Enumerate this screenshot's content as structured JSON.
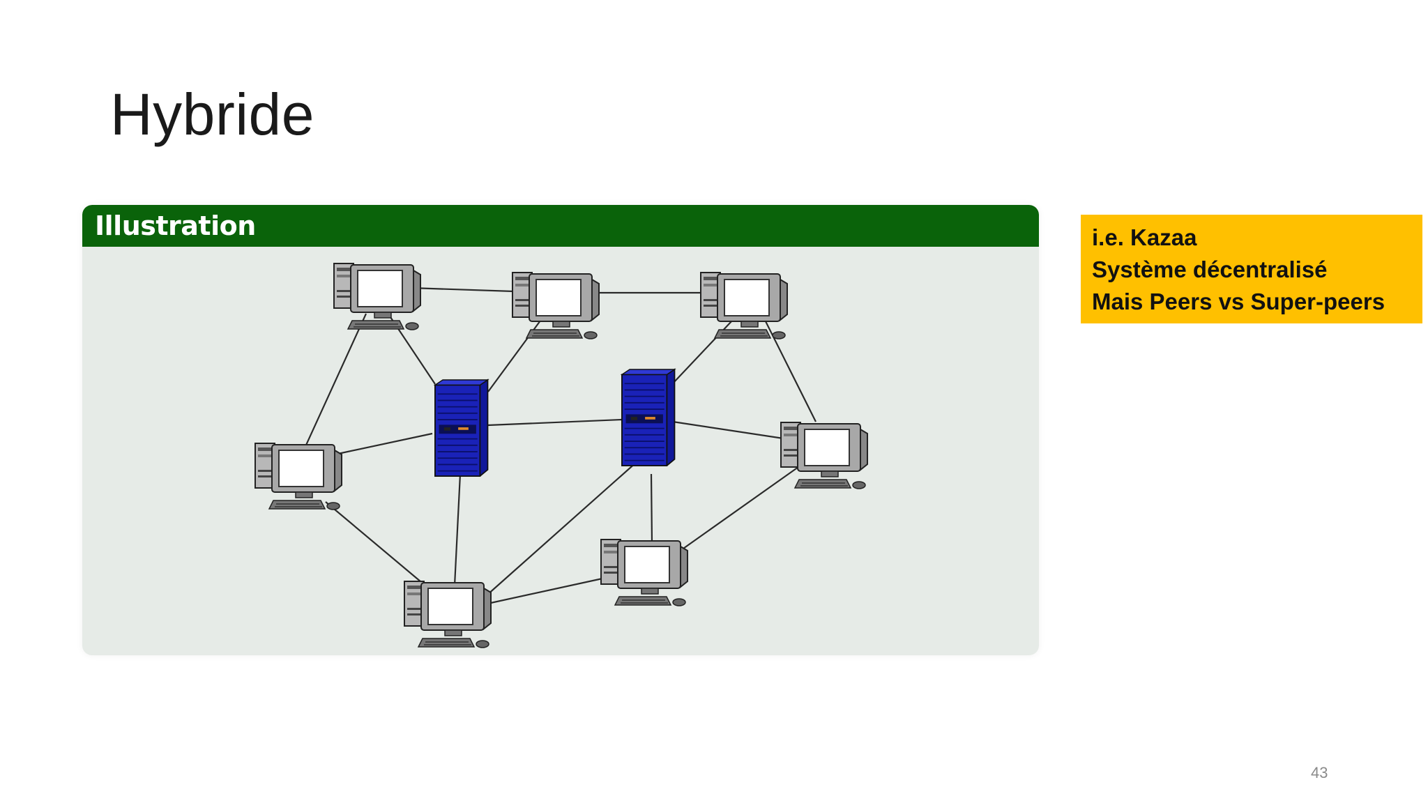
{
  "slide": {
    "title": "Hybride",
    "page_number": "43"
  },
  "illustration": {
    "label": "Illustration",
    "header_color": "#0a630a",
    "panel_color": "#e6ebe7",
    "nodes": [
      {
        "id": "pc-top-left",
        "type": "peer-computer"
      },
      {
        "id": "pc-top-middle",
        "type": "peer-computer"
      },
      {
        "id": "pc-top-right",
        "type": "peer-computer"
      },
      {
        "id": "pc-middle-left",
        "type": "peer-computer"
      },
      {
        "id": "pc-middle-right",
        "type": "peer-computer"
      },
      {
        "id": "pc-bottom-left",
        "type": "peer-computer"
      },
      {
        "id": "pc-bottom-right",
        "type": "peer-computer"
      },
      {
        "id": "server-left",
        "type": "super-peer-server"
      },
      {
        "id": "server-right",
        "type": "super-peer-server"
      }
    ],
    "links": [
      [
        "pc-top-left",
        "pc-top-middle"
      ],
      [
        "pc-top-middle",
        "pc-top-right"
      ],
      [
        "pc-top-left",
        "pc-middle-left"
      ],
      [
        "pc-top-left",
        "server-left"
      ],
      [
        "pc-top-middle",
        "server-left"
      ],
      [
        "pc-top-right",
        "server-right"
      ],
      [
        "pc-top-right",
        "pc-middle-right"
      ],
      [
        "server-left",
        "server-right"
      ],
      [
        "pc-middle-left",
        "server-left"
      ],
      [
        "pc-middle-left",
        "pc-bottom-left"
      ],
      [
        "server-left",
        "pc-bottom-left"
      ],
      [
        "server-right",
        "pc-bottom-left"
      ],
      [
        "server-right",
        "pc-middle-right"
      ],
      [
        "server-right",
        "pc-bottom-right"
      ],
      [
        "pc-middle-right",
        "pc-bottom-right"
      ],
      [
        "pc-bottom-left",
        "pc-bottom-right"
      ]
    ],
    "colors": {
      "server": "#1a22b8",
      "computer": "#9a9a9a",
      "screen": "#ffffff",
      "link": "#2a2a2a"
    }
  },
  "callout": {
    "background": "#ffc000",
    "lines": [
      "i.e. Kazaa",
      "Système décentralisé",
      "Mais Peers vs Super-peers"
    ]
  }
}
